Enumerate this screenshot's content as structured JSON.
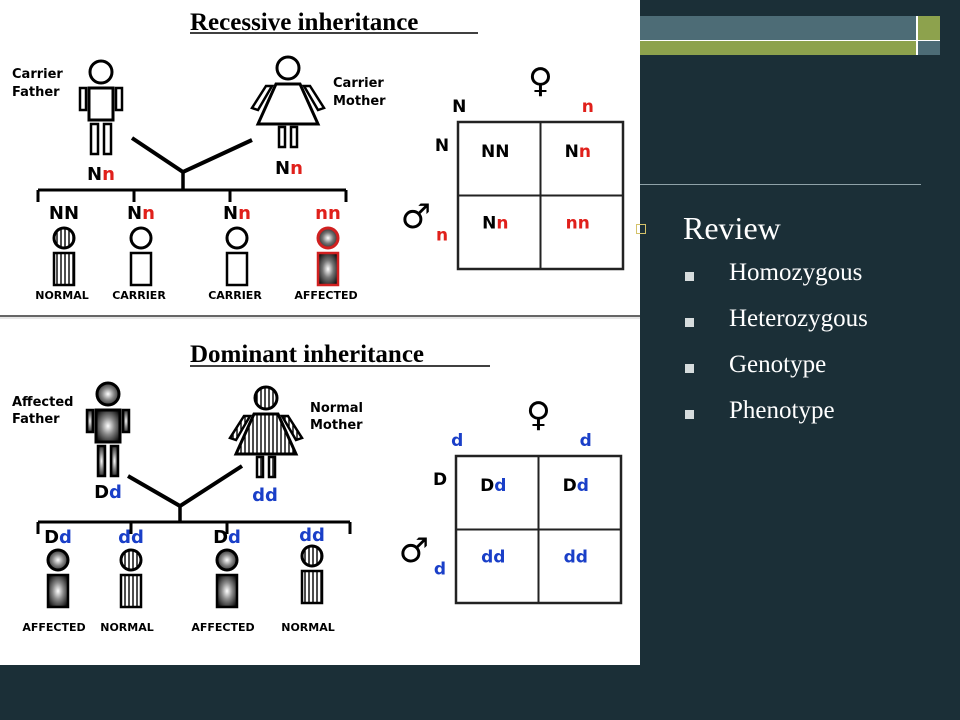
{
  "slide": {
    "bullet": "Review",
    "sub_bullets": [
      "Homozygous",
      "Heterozygous",
      "Genotype",
      "Phenotype"
    ]
  },
  "figure": {
    "recessive": {
      "title": "Recessive inheritance",
      "father_label": [
        "Carrier",
        "Father"
      ],
      "mother_label": [
        "Carrier",
        "Mother"
      ],
      "father_genotype": [
        "N",
        "n"
      ],
      "mother_genotype": [
        "N",
        "n"
      ],
      "offspring": [
        {
          "genotype": [
            "N",
            "N"
          ],
          "label": "NORMAL"
        },
        {
          "genotype": [
            "N",
            "n"
          ],
          "label": "CARRIER"
        },
        {
          "genotype": [
            "N",
            "n"
          ],
          "label": "CARRIER"
        },
        {
          "genotype": [
            "n",
            "n"
          ],
          "label": "AFFECTED"
        }
      ],
      "punnett": {
        "female_symbol": "♀",
        "male_symbol": "♂",
        "top_alleles": [
          "N",
          "n"
        ],
        "side_alleles": [
          "N",
          "n"
        ],
        "cells": [
          [
            "N",
            "N"
          ],
          [
            "N",
            "n"
          ],
          [
            "N",
            "n"
          ],
          [
            "n",
            "n"
          ]
        ]
      }
    },
    "dominant": {
      "title": "Dominant inheritance",
      "father_label": [
        "Affected",
        "Father"
      ],
      "mother_label": [
        "Normal",
        "Mother"
      ],
      "father_genotype": [
        "D",
        "d"
      ],
      "mother_genotype": [
        "d",
        "d"
      ],
      "offspring": [
        {
          "genotype": [
            "D",
            "d"
          ],
          "label": "AFFECTED"
        },
        {
          "genotype": [
            "d",
            "d"
          ],
          "label": "NORMAL"
        },
        {
          "genotype": [
            "D",
            "d"
          ],
          "label": "AFFECTED"
        },
        {
          "genotype": [
            "d",
            "d"
          ],
          "label": "NORMAL"
        }
      ],
      "punnett": {
        "female_symbol": "♀",
        "male_symbol": "♂",
        "top_alleles": [
          "d",
          "d"
        ],
        "side_alleles": [
          "D",
          "d"
        ],
        "cells": [
          [
            "D",
            "d"
          ],
          [
            "D",
            "d"
          ],
          [
            "d",
            "d"
          ],
          [
            "d",
            "d"
          ]
        ]
      }
    }
  },
  "colors": {
    "background": "#1b2f37",
    "dominant_allele": "#000000",
    "recessive_allele_red": "#e0201b",
    "recessive_allele_blue": "#1a3fc8",
    "bullet_square": "#d4c26a",
    "accent_green": "#8da24d",
    "accent_teal": "#4d6c76"
  }
}
